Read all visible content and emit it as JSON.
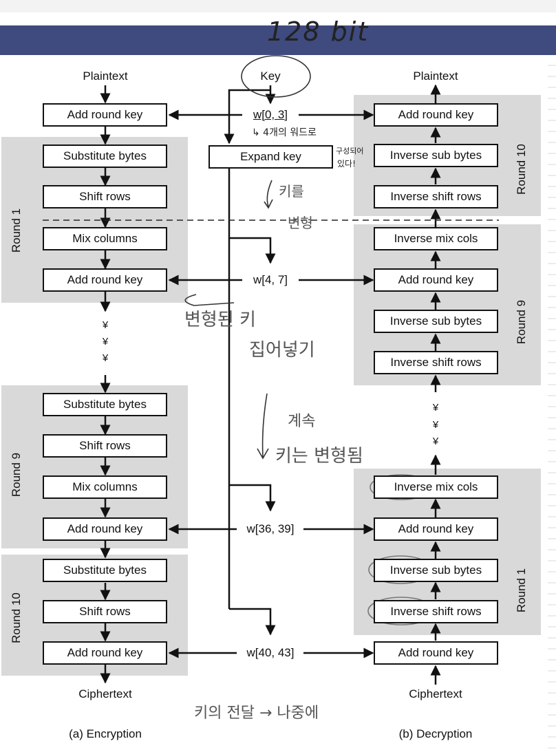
{
  "annotation_top": "128 bit",
  "enc": {
    "plaintext": "Plaintext",
    "ciphertext": "Ciphertext",
    "caption": "(a) Encryption",
    "add_round_key": "Add round key",
    "substitute_bytes": "Substitute bytes",
    "shift_rows": "Shift rows",
    "mix_columns": "Mix columns",
    "round1": "Round 1",
    "round9": "Round 9",
    "round10": "Round 10",
    "dots": [
      "¥",
      "¥",
      "¥"
    ]
  },
  "key": {
    "key_label": "Key",
    "expand_key": "Expand key",
    "w0": "w[0, 3]",
    "w4": "w[4, 7]",
    "w36": "w[36, 39]",
    "w40": "w[40, 43]"
  },
  "dec": {
    "plaintext": "Plaintext",
    "ciphertext": "Ciphertext",
    "caption": "(b) Decryption",
    "add_round_key": "Add round key",
    "inv_sub_bytes": "Inverse sub bytes",
    "inv_shift_rows": "Inverse shift rows",
    "inv_mix_cols": "Inverse mix cols",
    "round10": "Round 10",
    "round9": "Round 9",
    "round1": "Round 1",
    "dots": [
      "¥",
      "¥",
      "¥"
    ]
  },
  "notes": {
    "four_words": "↳ 4개의 워드로",
    "composed1": "구성되어",
    "composed2": "있다!",
    "key_transform1": "키를",
    "key_transform2": "변형",
    "transformed_key": "변형된 키",
    "insert": "집어넣기",
    "continue": "계속",
    "key_transformed": "키는 변형됨",
    "key_delivery": "키의 전달 → 나중에"
  }
}
